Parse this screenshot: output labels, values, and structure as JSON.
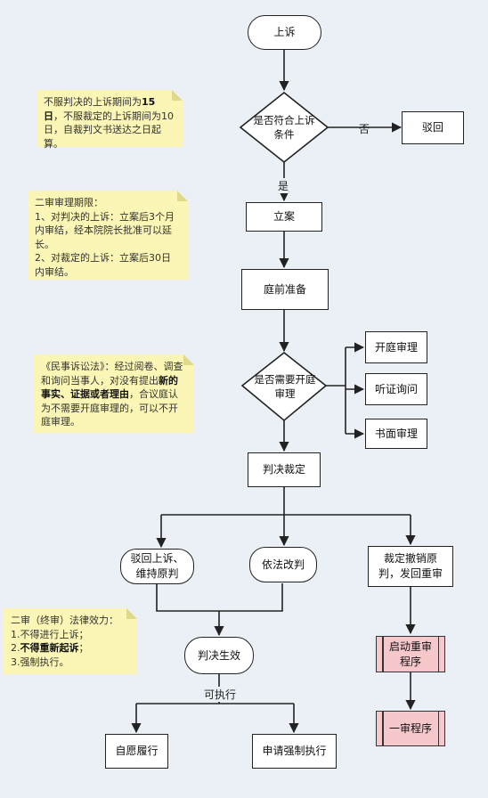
{
  "nodes": {
    "appeal": "上诉",
    "check_conditions": "是否符合上诉条件",
    "reject": "驳回",
    "file_case": "立案",
    "pretrial_prep": "庭前准备",
    "need_hearing": "是否需要开庭审理",
    "court_hearing": "开庭审理",
    "hearing_inquiry": "听证询问",
    "written_review": "书面审理",
    "judgment_ruling": "判决裁定",
    "uphold_original": "驳回上诉、维持原判",
    "amend_by_law": "依法改判",
    "remand_retrial": "裁定撤销原判，发回重审",
    "judgment_effective": "判决生效",
    "start_retrial": "启动重审程序",
    "first_instance": "一审程序",
    "voluntary_performance": "自愿履行",
    "apply_enforcement": "申请强制执行"
  },
  "edge_labels": {
    "no": "否",
    "yes": "是",
    "executable": "可执行"
  },
  "notes": {
    "appeal_period": {
      "t1": "不服判决的上诉期间为",
      "b1": "15日",
      "t2": "，不服裁定的上诉期间为10日，自裁判文书送达之日起算。"
    },
    "review_period": {
      "line1": "二审审理期限：",
      "line2": "1、对判决的上诉：立案后3个月内审结，经本院院长批准可以延长。",
      "line3": "2、对裁定的上诉：立案后30日内审结。"
    },
    "civil_procedure": {
      "t1": "《民事诉讼法》：经过阅卷、调查和询问当事人，对没有提出",
      "b1": "新的事实、证据或者理由",
      "t2": "，合议庭认为不需要开庭审理的，可以不开庭审理。"
    },
    "legal_effect": {
      "line1": "二审（终审）法律效力：",
      "line2": "1.不得进行上诉；",
      "line3_num": "2.",
      "line3_bold": "不得重新起诉",
      "line3_end": "；",
      "line4": "3.强制执行。"
    }
  }
}
